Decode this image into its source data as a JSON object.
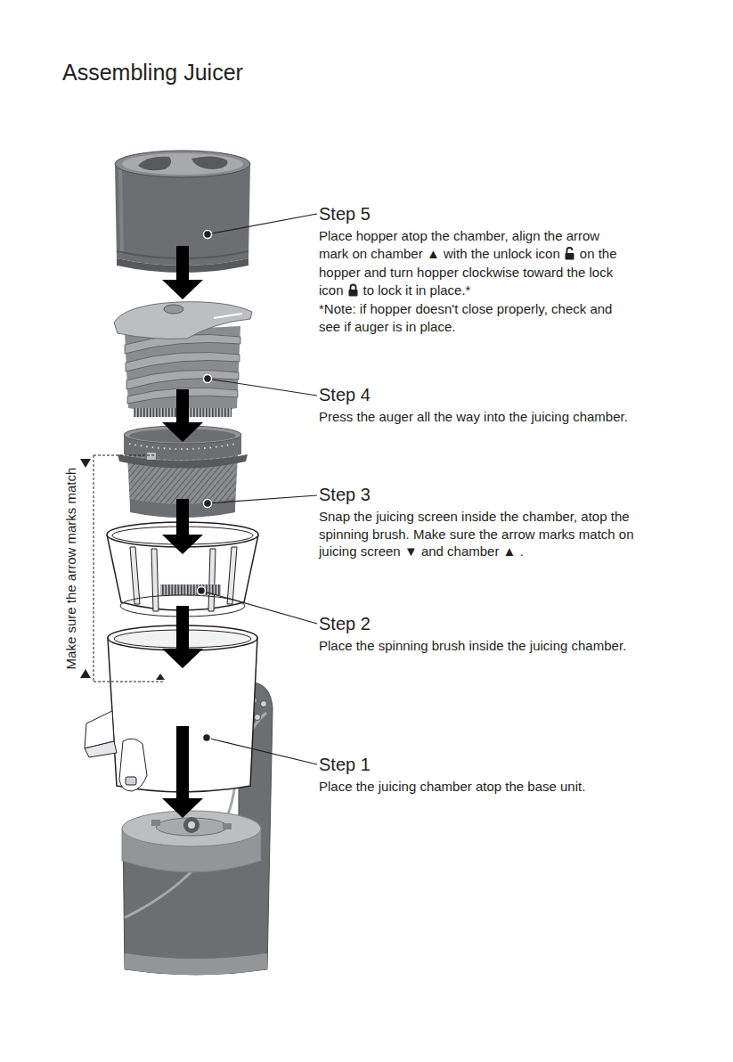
{
  "diagram": {
    "title": "Assembling Juicer",
    "nodes": [
      {
        "text": [
          "Step 5",
          "Place hopper atop the chamber, align the arrow mark on chamber ▲ with the unlock icon",
          "on the hopper and turn hopper clockwise toward the lock icon",
          "to lock it in place.*",
          "*Note: if hopper doesn't close properly, check and see if auger is in place."
        ]
      },
      {
        "text": [
          "Step 4",
          "Press the auger all the way into the juicing chamber."
        ]
      },
      {
        "text": [
          "Step 3",
          "Snap the juicing screen inside the chamber, atop the spinning brush. Make sure the arrow marks match on juicing screen ▼ and chamber ▲ ."
        ]
      },
      {
        "text": [
          "Step 2",
          "Place the spinning brush inside the juicing chamber."
        ]
      },
      {
        "text": [
          "Step 1",
          "Place the juicing chamber atop the base unit."
        ]
      }
    ],
    "labels": [
      "Make sure the arrow marks match"
    ]
  }
}
